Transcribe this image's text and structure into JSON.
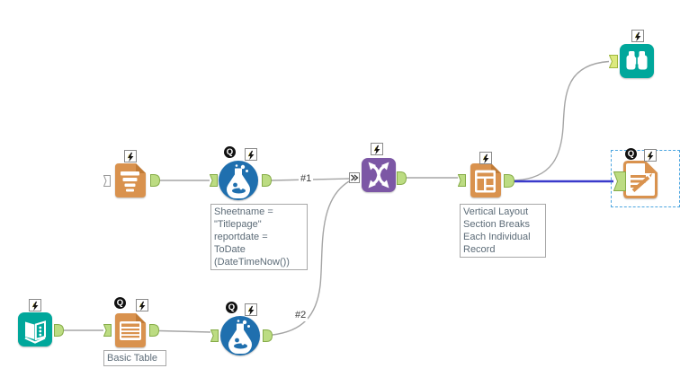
{
  "colors": {
    "orange": "#D9924E",
    "orange_dark": "#C17B36",
    "teal": "#00A79B",
    "purple": "#7C57A5",
    "formula_blue": "#1F6FAE",
    "anchor_green_fill": "#BCDC82",
    "anchor_green_stroke": "#86AC48",
    "anchor_yellow_fill": "#DCE97E",
    "wire_gray": "#A5A5A5",
    "wire_selected_blue": "#3A3ACB",
    "selection_dash_blue": "#4DA6E0",
    "annotation_text": "#5C6B77",
    "annotation_border": "#A8A8A8"
  },
  "connections": {
    "label_1": "#1",
    "label_2": "#2"
  },
  "annotations": {
    "formula": {
      "lines": [
        "Sheetname =",
        "\"Titlepage\"",
        "reportdate =",
        "ToDate",
        "(DateTimeNow())"
      ]
    },
    "layout": {
      "lines": [
        "Vertical Layout",
        "Section Breaks",
        "Each Individual",
        "Record"
      ]
    },
    "basic_table": {
      "lines": [
        "Basic Table"
      ]
    }
  },
  "tools": [
    {
      "id": "text-document",
      "icon": "document-text-icon",
      "badges": [
        "lightning"
      ]
    },
    {
      "id": "formula-upper",
      "icon": "formula-flask-icon",
      "badges": [
        "q-indicator",
        "lightning"
      ]
    },
    {
      "id": "join-dna",
      "icon": "dna-helix-icon",
      "badges": [
        "lightning"
      ]
    },
    {
      "id": "layout",
      "icon": "layout-document-icon",
      "badges": [
        "lightning"
      ]
    },
    {
      "id": "browse",
      "icon": "binoculars-icon",
      "badges": [
        "lightning"
      ]
    },
    {
      "id": "report-render",
      "icon": "document-pencil-icon",
      "badges": [
        "q-indicator",
        "lightning"
      ],
      "selected": true
    },
    {
      "id": "input-data",
      "icon": "open-book-icon",
      "badges": [
        "lightning"
      ]
    },
    {
      "id": "basic-table",
      "icon": "table-document-icon",
      "badges": [
        "q-indicator",
        "lightning"
      ]
    },
    {
      "id": "formula-lower",
      "icon": "formula-flask-icon",
      "badges": [
        "q-indicator",
        "lightning"
      ]
    }
  ]
}
